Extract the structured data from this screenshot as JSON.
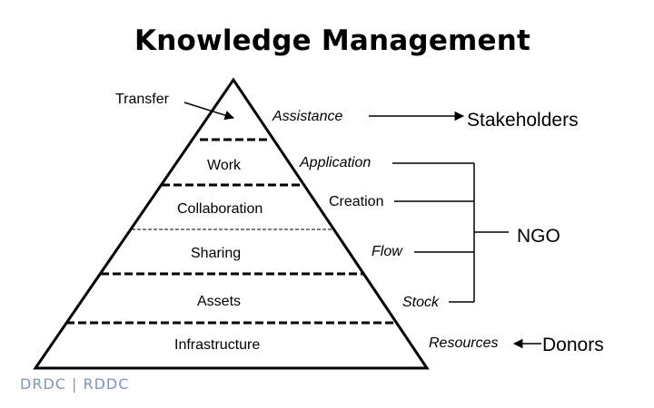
{
  "title": "Knowledge Management",
  "pyramid_levels": [
    "Work",
    "Collaboration",
    "Sharing",
    "Assets",
    "Infrastructure"
  ],
  "right_items": [
    "Assistance",
    "Application",
    "Creation",
    "Flow",
    "Stock",
    "Resources"
  ],
  "annotations": {
    "transfer": "Transfer",
    "stakeholders": "Stakeholders",
    "ngo": "NGO",
    "donors": "Donors"
  },
  "logo_text": "DRDC | RDDC",
  "colors": {
    "lines": "#000000",
    "logo": "#7c98b8"
  }
}
